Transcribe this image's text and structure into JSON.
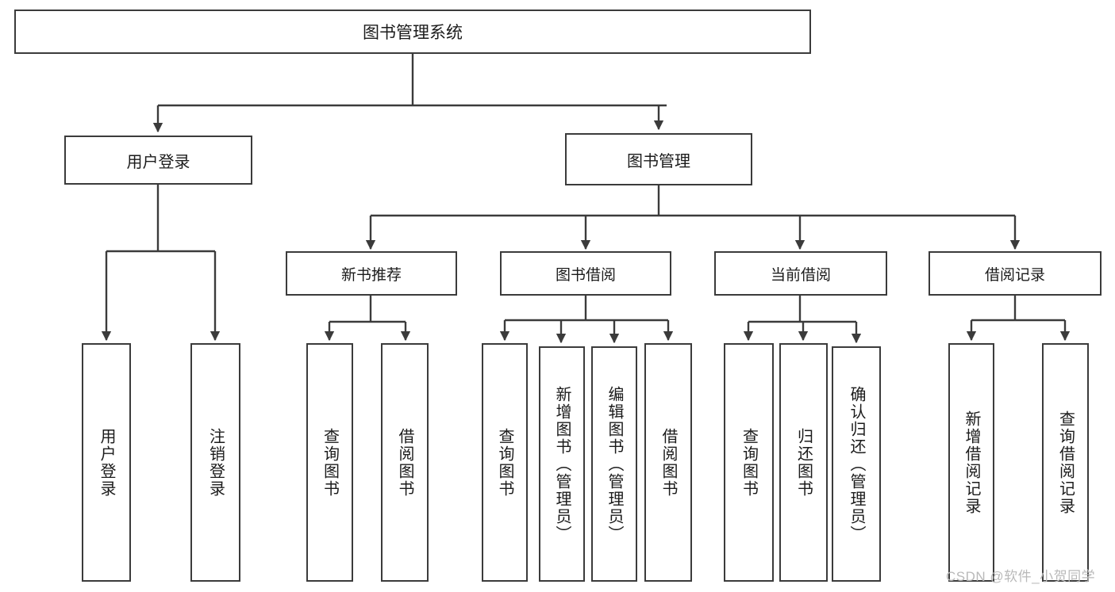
{
  "diagram": {
    "title": "图书管理系统",
    "type": "hierarchy-tree",
    "stroke_color": "#3b3b3b",
    "background_color": "#ffffff",
    "text_color": "#1b1b1b"
  },
  "root": {
    "label": "图书管理系统"
  },
  "tier2": [
    {
      "label": "用户登录"
    },
    {
      "label": "图书管理"
    }
  ],
  "tier3": [
    {
      "label": "新书推荐"
    },
    {
      "label": "图书借阅"
    },
    {
      "label": "当前借阅"
    },
    {
      "label": "借阅记录"
    }
  ],
  "leaves": {
    "user_login": [
      {
        "label": "用户登录"
      },
      {
        "label": "注销登录"
      }
    ],
    "new_book_recommend": [
      {
        "label": "查询图书"
      },
      {
        "label": "借阅图书"
      }
    ],
    "book_borrow": [
      {
        "label": "查询图书"
      },
      {
        "label": "新增图书（管理员）"
      },
      {
        "label": "编辑图书（管理员）"
      },
      {
        "label": "借阅图书"
      }
    ],
    "current_borrow": [
      {
        "label": "查询图书"
      },
      {
        "label": "归还图书"
      },
      {
        "label": "确认归还（管理员）"
      }
    ],
    "borrow_record": [
      {
        "label": "新增借阅记录"
      },
      {
        "label": "查询借阅记录"
      }
    ]
  },
  "watermark": {
    "text": "CSDN @软件_小贺同学"
  }
}
